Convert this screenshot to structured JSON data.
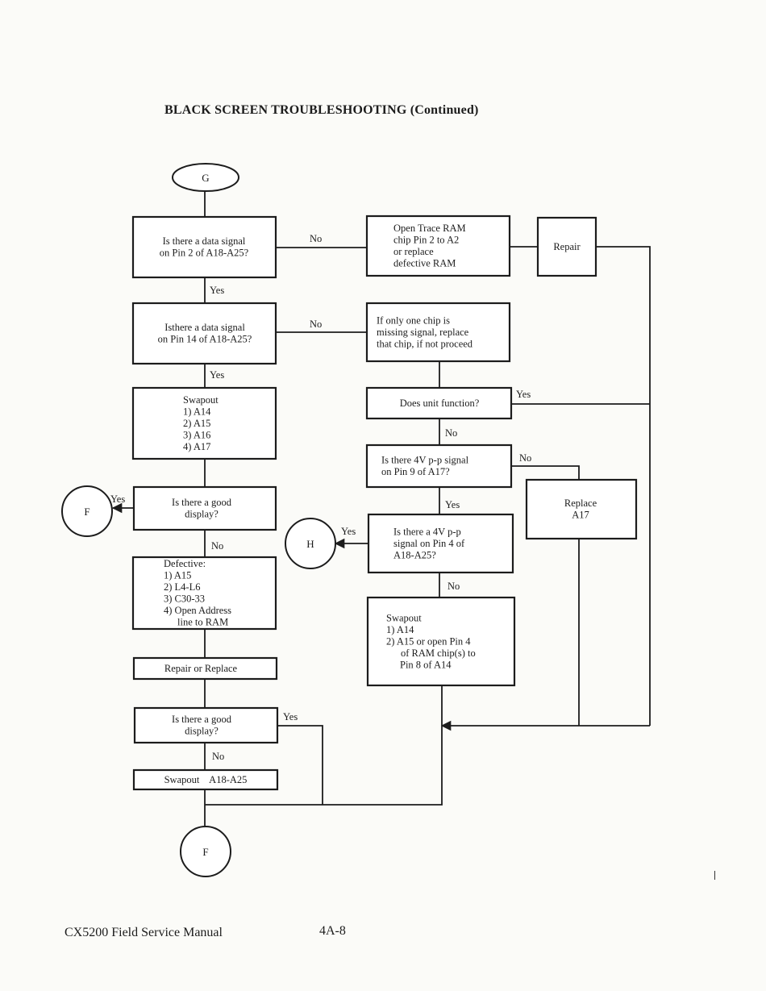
{
  "header": {
    "title": "BLACK SCREEN TROUBLESHOOTING (Continued)"
  },
  "footer": {
    "manual": "CX5200 Field Service Manual",
    "page": "4A-8"
  },
  "connectors": {
    "g": "G",
    "f_left": "F",
    "h": "H",
    "f_bottom": "F"
  },
  "nodes": {
    "q_pin2": [
      "Is there a data signal",
      "on Pin 2 of A18-A25?"
    ],
    "open_trace": [
      "Open Trace RAM",
      "chip Pin 2 to A2",
      "or replace",
      "defective RAM"
    ],
    "repair": [
      "Repair"
    ],
    "q_pin14": [
      "Isthere a data signal",
      "on Pin 14 of A18-A25?"
    ],
    "one_chip": [
      "If only one chip is",
      "missing signal, replace",
      "that chip, if not proceed"
    ],
    "swap1": [
      "Swapout",
      "1) A14",
      "2) A15",
      "3) A16",
      "4) A17"
    ],
    "unit_function": [
      "Does unit function?"
    ],
    "q_good1": [
      "Is there a good",
      "display?"
    ],
    "q_4v_pin9": [
      "Is there 4V p-p signal",
      "on Pin 9 of A17?"
    ],
    "replace_a17": [
      "Replace",
      "A17"
    ],
    "q_4v_pin4": [
      "Is there a 4V p-p",
      "signal on Pin 4 of",
      "A18-A25?"
    ],
    "defective": [
      "Defective:",
      "1) A15",
      "2) L4-L6",
      "3) C30-33",
      "4) Open Address",
      "line to RAM"
    ],
    "swap2": [
      "Swapout",
      "1) A14",
      "2) A15 or open Pin 4",
      "of RAM chip(s) to",
      "Pin 8 of A14"
    ],
    "repair_replace": [
      "Repair or Replace"
    ],
    "q_good2": [
      "Is there a good",
      "display?"
    ],
    "swap_a18": [
      "Swapout    A18-A25"
    ]
  },
  "edge_labels": {
    "no_1": "No",
    "yes_1": "Yes",
    "no_2": "No",
    "yes_2": "Yes",
    "yes_unit": "Yes",
    "no_unit": "No",
    "no_4v": "No",
    "yes_4v": "Yes",
    "yes_good1": "Yes",
    "no_good1": "No",
    "yes_h": "Yes",
    "no_h": "No",
    "yes_good2": "Yes",
    "no_good2": "No"
  }
}
